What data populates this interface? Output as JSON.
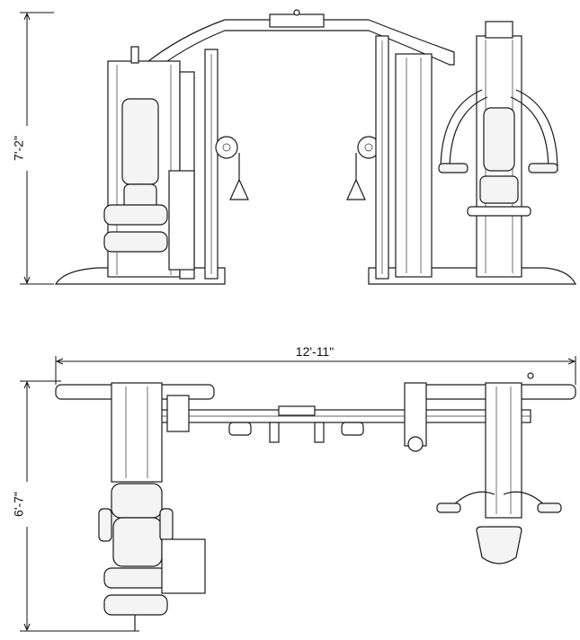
{
  "dimensions": {
    "height": "7'-2\"",
    "length": "12'-11\"",
    "depth": "6'-7\""
  },
  "colors": {
    "line": "#1a1a1a",
    "background": "#ffffff",
    "pad": "#f4f4f4"
  }
}
